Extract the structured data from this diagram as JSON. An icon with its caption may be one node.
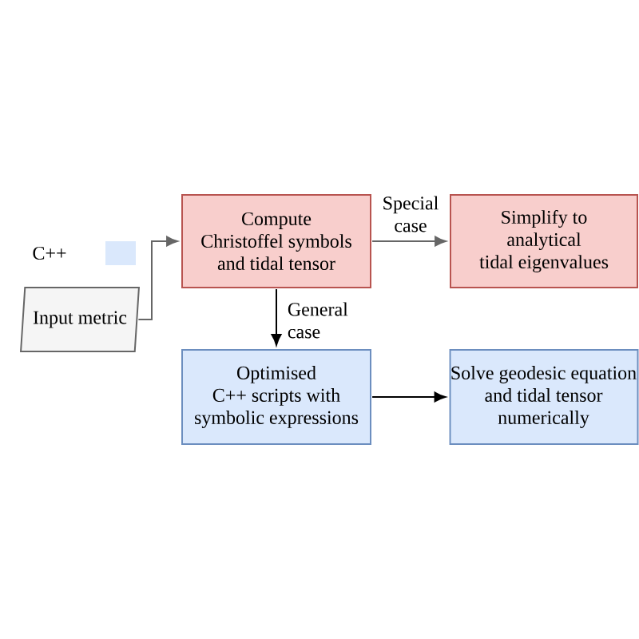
{
  "diagram": {
    "nodes": [
      {
        "text": [
          "Compute Christoffel symbols and tidal tensor"
        ]
      },
      {
        "text": [
          "Simplify to analytical tidal eigenvalues"
        ]
      },
      {
        "text": [
          "Optimised C++ scripts with symbolic expressions"
        ]
      },
      {
        "text": [
          "Solve geodesic equation and tidal tensor numerically"
        ]
      },
      {
        "text": [
          "Input metric"
        ]
      }
    ],
    "edges": [
      {
        "from": 4,
        "to": 0,
        "arrow": "to",
        "color": "#666666"
      },
      {
        "from": 0,
        "to": 1,
        "arrow": "to",
        "label": "Special case",
        "color": "#666666"
      },
      {
        "from": 0,
        "to": 2,
        "arrow": "to",
        "label": "General case",
        "color": "#000000"
      },
      {
        "from": 2,
        "to": 3,
        "arrow": "to",
        "color": "#000000"
      }
    ],
    "legend": [
      {
        "text": "C++",
        "color": "#dae8fc"
      }
    ]
  }
}
